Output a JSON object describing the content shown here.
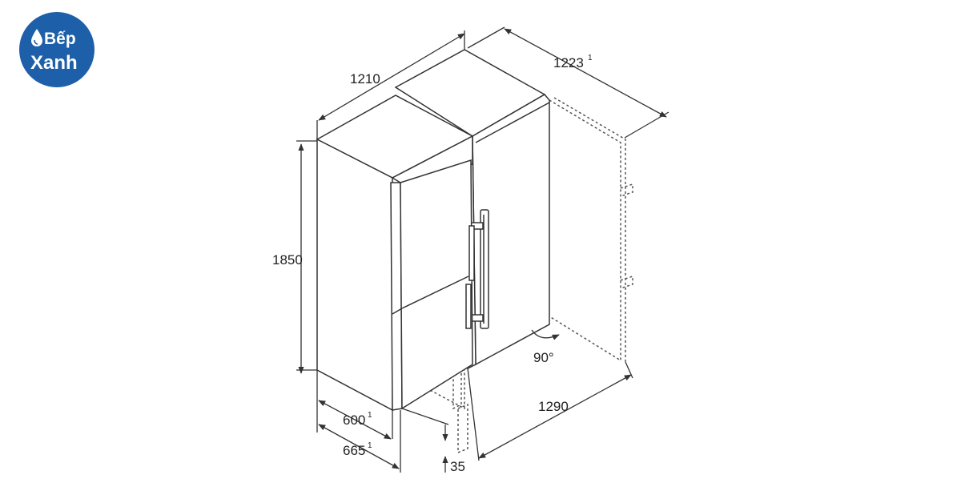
{
  "brand": {
    "line1": "Bếp",
    "line2": "Xanh",
    "color": "#1d5fa8"
  },
  "dimensions": {
    "total_width": "1210",
    "depth_open_door": "1223",
    "depth_open_door_note": "1",
    "height": "1850",
    "depth": "600",
    "depth_note": "1",
    "depth_with_handle": "665",
    "depth_with_handle_note": "1",
    "door_clearance": "35",
    "open_width": "1290",
    "door_angle": "90°"
  },
  "colors": {
    "line": "#333333",
    "panel": "#ffffff"
  }
}
